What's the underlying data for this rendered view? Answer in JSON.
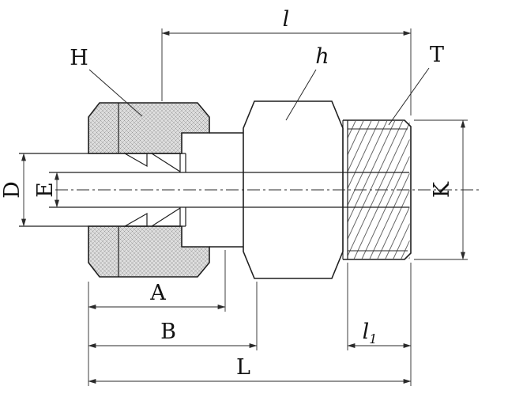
{
  "drawing": {
    "labels": {
      "l": "l",
      "H": "H",
      "h": "h",
      "T": "T",
      "D": "D",
      "E": "E",
      "K": "K",
      "A": "A",
      "B": "B",
      "L": "L",
      "l1_base": "l",
      "l1_sub": "1"
    },
    "colors": {
      "line": "#1f1f1f",
      "dimension_line": "#2a2a2a",
      "background": "#ffffff",
      "section_fill": "#dedede",
      "section_hatch": "#9a9a9a",
      "thread_hatch": "#555555"
    }
  }
}
